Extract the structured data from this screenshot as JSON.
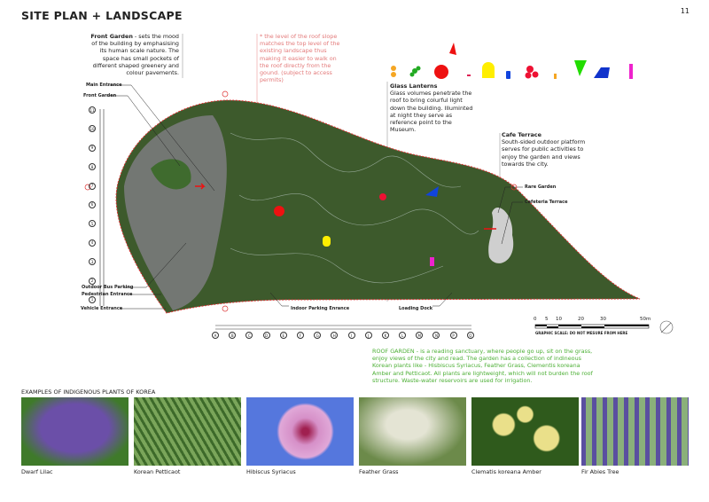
{
  "header": {
    "title": "SITE PLAN + LANDSCAPE",
    "page_number": "11"
  },
  "notes": {
    "front_garden": {
      "heading": "Front Garden",
      "text": " - sets the mood of the building by emphasising its human scale nature. The space has small pockets of different shaped greenery and colour pavements."
    },
    "roof_slope": "* the level of the roof slope matches the top level of the existing landscape thus making it easier to walk on the roof directly from the gound. (subject to access permits)",
    "glass_lanterns": {
      "heading": "Glass Lanterns",
      "text": "Glass volumes penetrate the roof to bring colurful light down the building. Illuminted at night they serve as reference point to the Museum."
    },
    "cafe_terrace": {
      "heading": "Cafe Terrace",
      "text": "South-sided outdoor platform serves for public activities to enjoy the garden and views towards the city."
    },
    "roof_garden": "ROOF GARDEN - is a reading sanctuary, where people go up, sit on the grass, enjoy views of the city and read. The garden has a collection of indineous Korean plants like - Hisbiscus Syriacus, Feather Grass, Clementis koreana Amber and Petticaot. All plants are lightweight, which will not burden the roof structure. Waste-water reservoirs are used for irrigation."
  },
  "plan_labels": {
    "main_entrance": "Main Entrance",
    "front_garden": "Front Garden",
    "outdoor_bus_parking": "Outdoor Bus Parking",
    "pedestrian_entrance": "Pedestrian Entrance",
    "vehicle_entrance": "Vehicle Entrance",
    "indoor_parking": "Indoor Parking Enrance",
    "loading_dock": "Loading Dock",
    "rare_garden": "Rare Garden",
    "cafeteria_terrace": "Cafeteria Terrace"
  },
  "grid": {
    "columns": [
      "A",
      "B",
      "C",
      "D",
      "E",
      "F",
      "G",
      "H",
      "I",
      "J",
      "K",
      "L",
      "M",
      "N",
      "P",
      "Q"
    ],
    "rows": [
      "11",
      "10",
      "9",
      "8",
      "7",
      "6",
      "5",
      "4",
      "3",
      "2",
      "1"
    ]
  },
  "scale": {
    "ticks": [
      "0",
      "5",
      "10",
      "20",
      "30",
      "50m"
    ],
    "caption": "GRAPHIC SCALE: DO NOT MESURE FROM HERE"
  },
  "lantern_colors": [
    "#f5a623",
    "#22aa22",
    "#ee1111",
    "#dd2255",
    "#ffee00",
    "#1144dd",
    "#ee1133",
    "#f5a623",
    "#22dd00",
    "#1133cc",
    "#ee22cc"
  ],
  "plants": {
    "title": "EXAMPLES OF INDIGENOUS PLANTS OF KOREA",
    "items": [
      {
        "name": "Dwarf Lilac",
        "c1": "#6b4fa8",
        "c2": "#3f7a2a"
      },
      {
        "name": "Korean Petticaot",
        "c1": "#7aa55a",
        "c2": "#3d6a2a"
      },
      {
        "name": "Hibiscus Syriacus",
        "c1": "#d690c8",
        "c2": "#5577dd"
      },
      {
        "name": "Feather Grass",
        "c1": "#d8d8c4",
        "c2": "#6c8a4a"
      },
      {
        "name": "Clematis koreana Amber",
        "c1": "#eae08a",
        "c2": "#2f5a1c"
      },
      {
        "name": "Fir Abies Tree",
        "c1": "#5a4fa0",
        "c2": "#5a8a4a"
      }
    ]
  }
}
